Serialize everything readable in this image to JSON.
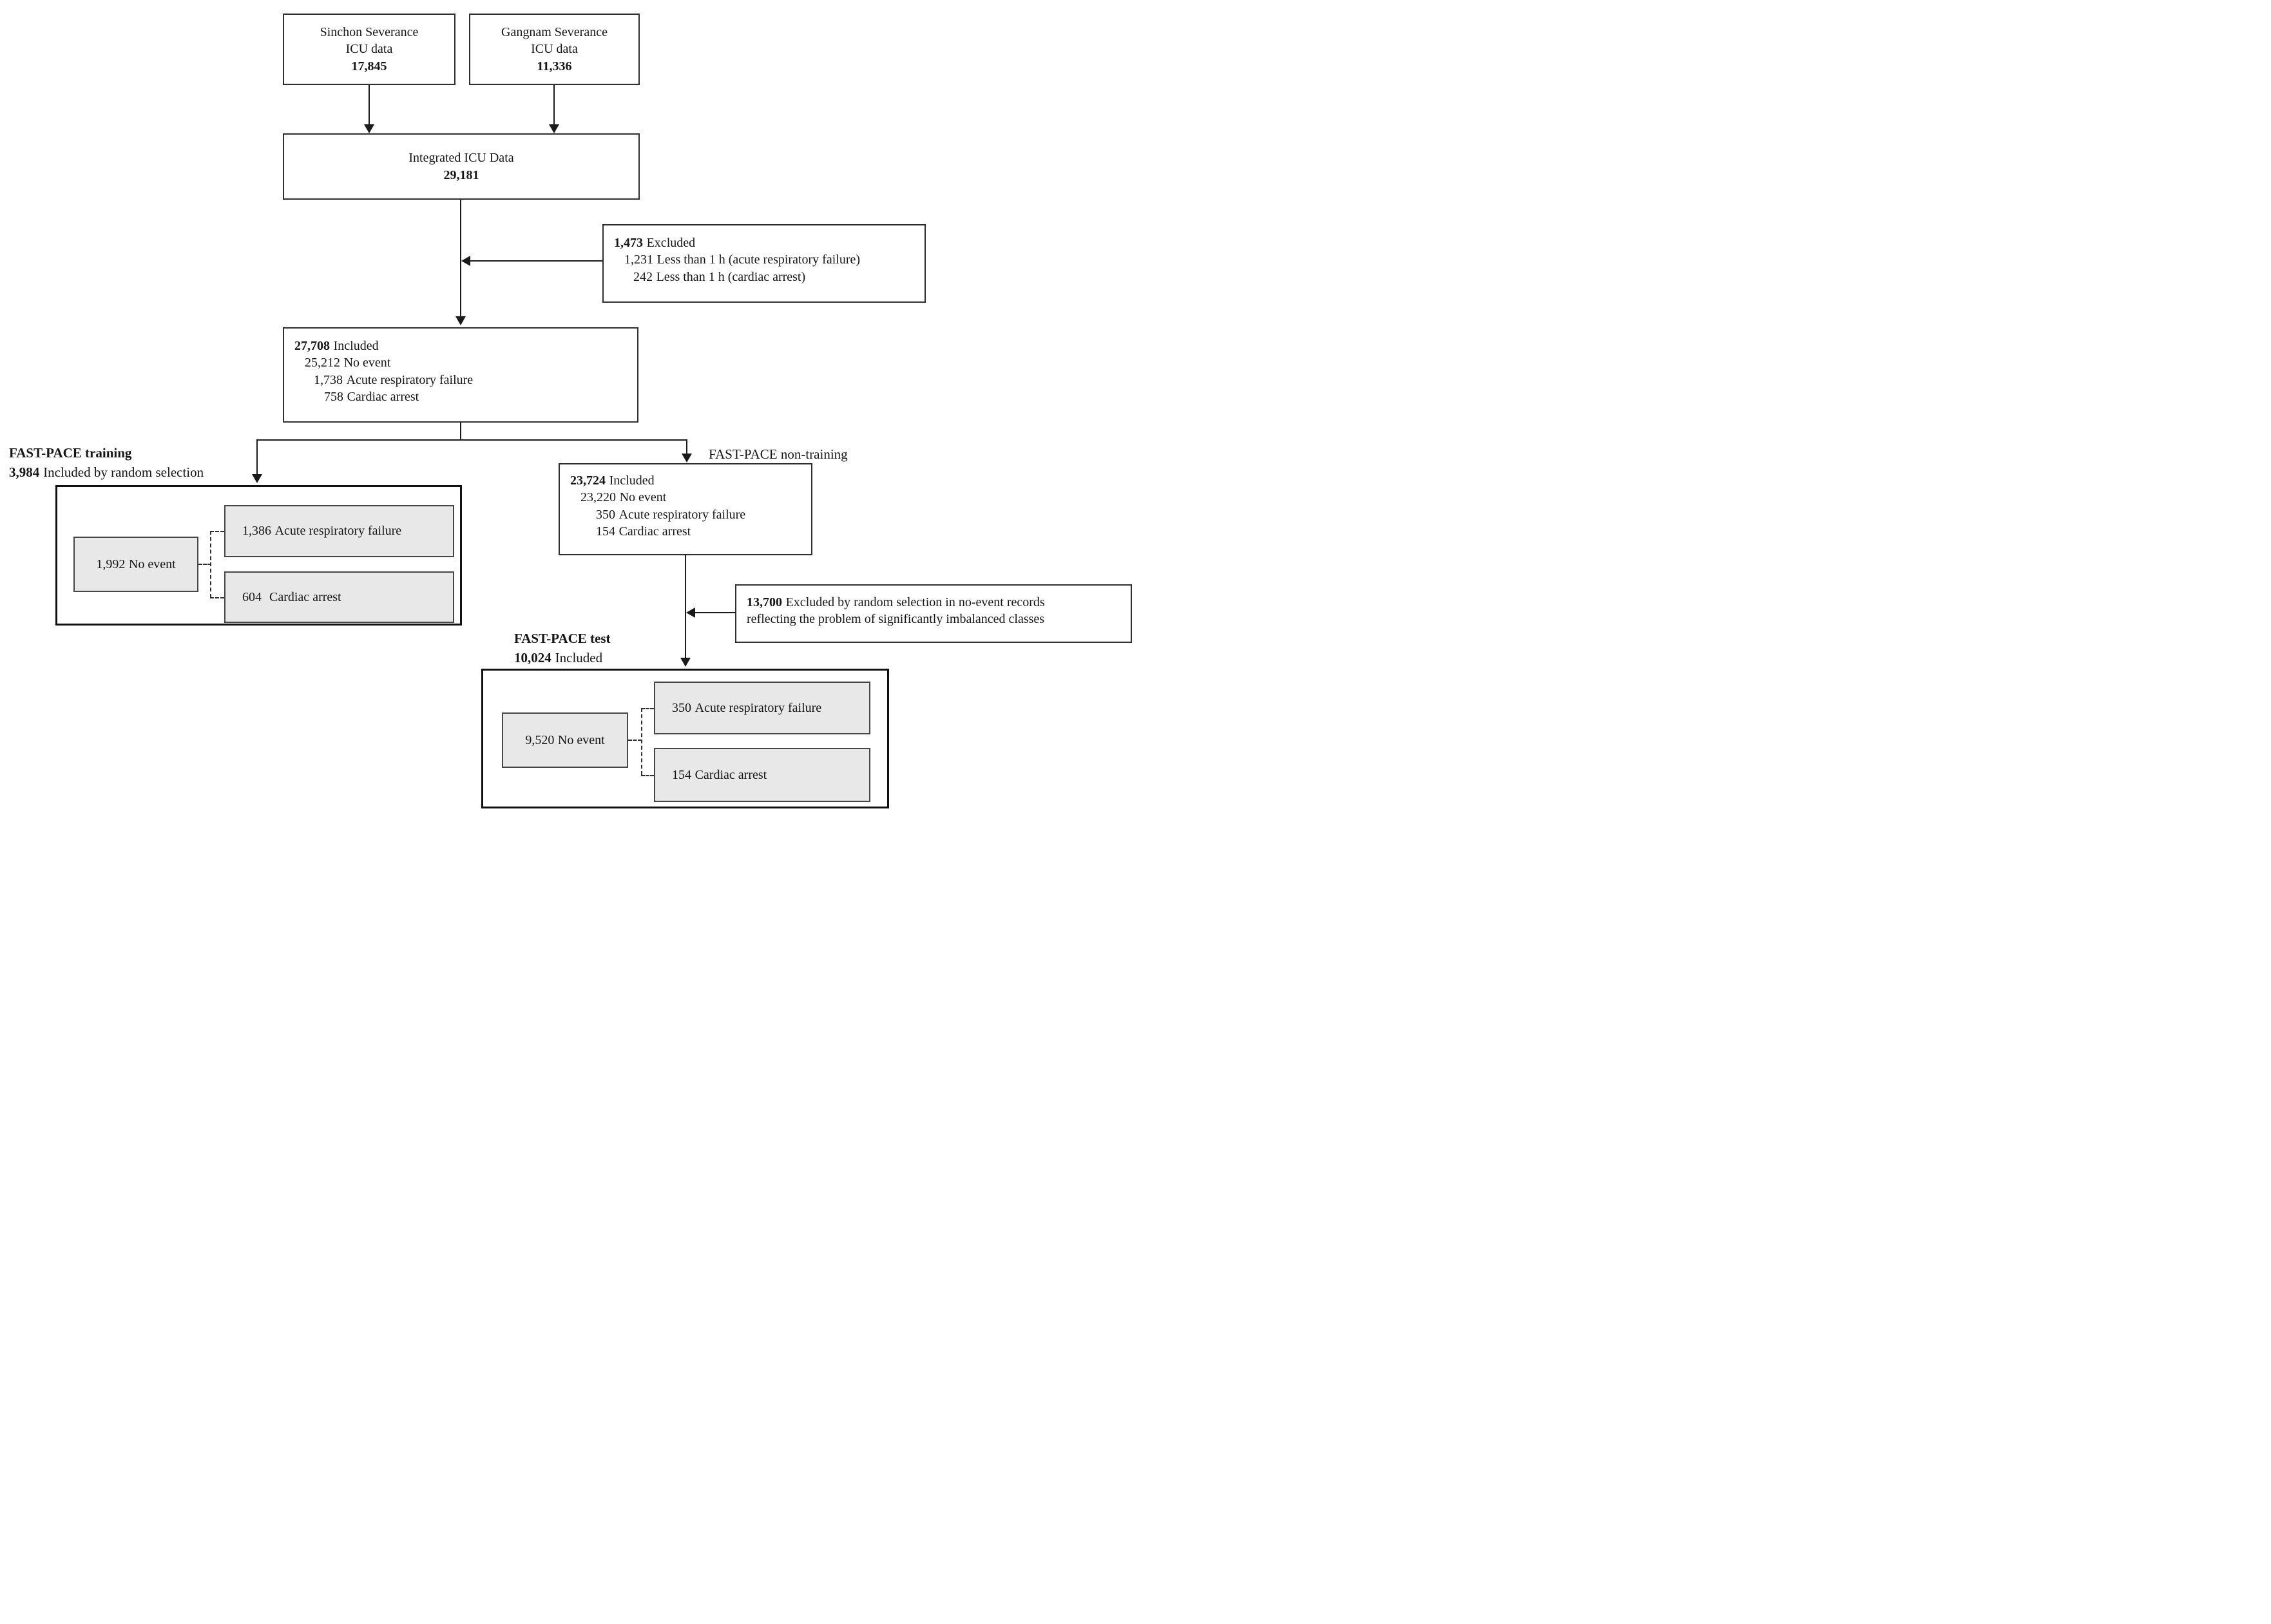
{
  "sources": [
    {
      "name_line1": "Sinchon Severance",
      "name_line2": "ICU data",
      "count": "17,845"
    },
    {
      "name_line1": "Gangnam Severance",
      "name_line2": "ICU data",
      "count": "11,336"
    }
  ],
  "integrated": {
    "title": "Integrated ICU Data",
    "count": "29,181"
  },
  "exclusion1": {
    "count": "1,473",
    "label": "Excluded",
    "rows": [
      {
        "count": "1,231",
        "label": "Less than 1 h (acute respiratory failure)"
      },
      {
        "count": "242",
        "label": "Less than 1 h (cardiac arrest)"
      }
    ]
  },
  "inclusion1": {
    "count": "27,708",
    "label": "Included",
    "rows": [
      {
        "count": "25,212",
        "label": "No event"
      },
      {
        "count": "1,738",
        "label": "Acute respiratory failure"
      },
      {
        "count": "758",
        "label": "Cardiac arrest"
      }
    ]
  },
  "training": {
    "title": "FAST-PACE training",
    "count": "3,984",
    "count_label": "Included by random selection",
    "no_event": {
      "count": "1,992",
      "label": "No event"
    },
    "arf": {
      "count": "1,386",
      "label": "Acute respiratory failure"
    },
    "ca": {
      "count": "604",
      "label": "Cardiac arrest"
    }
  },
  "non_training": {
    "title": "FAST-PACE non-training",
    "count": "23,724",
    "label": "Included",
    "rows": [
      {
        "count": "23,220",
        "label": "No event"
      },
      {
        "count": "350",
        "label": "Acute respiratory failure"
      },
      {
        "count": "154",
        "label": "Cardiac arrest"
      }
    ]
  },
  "exclusion2": {
    "count": "13,700",
    "line1": "Excluded by random selection in no-event records",
    "line2": "reflecting  the problem of significantly imbalanced classes"
  },
  "test": {
    "title": "FAST-PACE test",
    "count": "10,024",
    "count_label": "Included",
    "no_event": {
      "count": "9,520",
      "label": "No event"
    },
    "arf": {
      "count": "350",
      "label": "Acute respiratory failure"
    },
    "ca": {
      "count": "154",
      "label": "Cardiac arrest"
    }
  },
  "colors": {
    "line": "#1a1a1a",
    "gray_fill": "#e8e8e8",
    "box_border": "#2e2e2e",
    "container_border": "#101010",
    "background": "#ffffff"
  }
}
